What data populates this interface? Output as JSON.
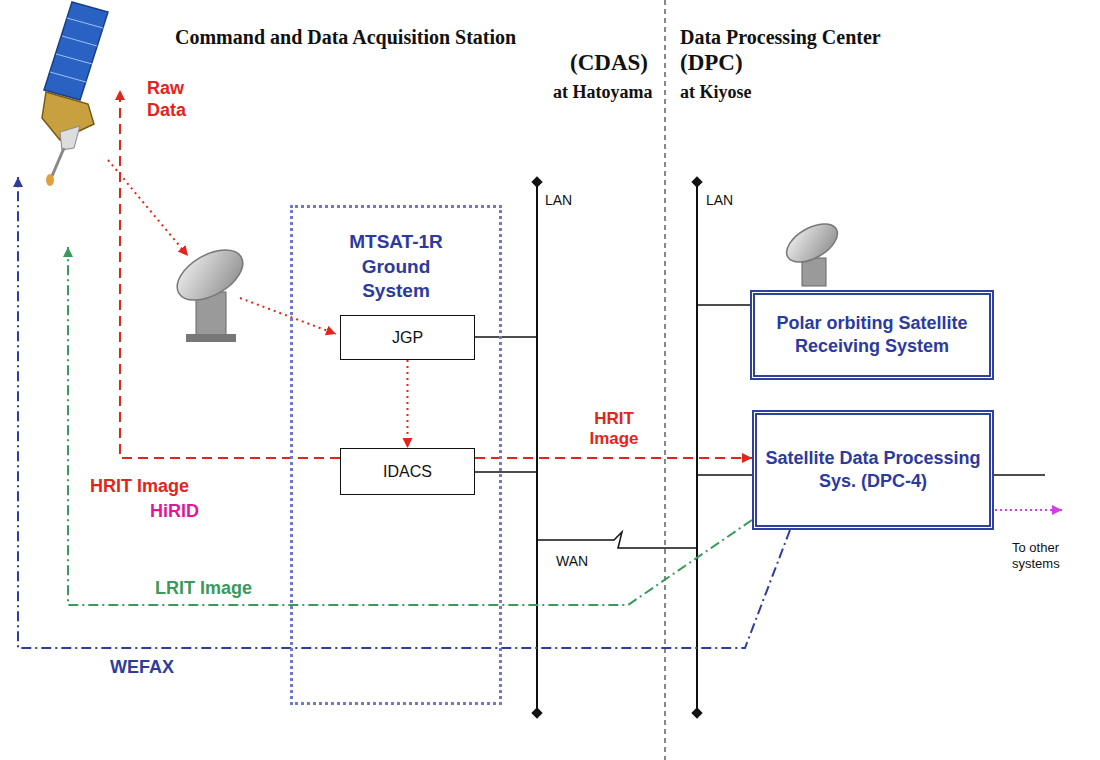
{
  "diagram": {
    "nodes": [
      {
        "text": [
          "MTSAT-1R Ground System"
        ]
      },
      {
        "text": [
          "JGP"
        ],
        "in": 0
      },
      {
        "text": [
          "IDACS"
        ],
        "in": 0
      },
      {
        "text": [
          "Polar orbiting Satellite Receiving System"
        ]
      },
      {
        "text": [
          "Satellite Data Processing Sys. (DPC-4)"
        ]
      }
    ],
    "edges": [
      {
        "from": 1,
        "to": 2,
        "arrow": "to"
      },
      {
        "from": 2,
        "to": 4,
        "label": "HRIT Image",
        "arrow": "to"
      }
    ],
    "labels": [
      "Command and Data Acquisition Station",
      "(CDAS)",
      "at Hatoyama",
      "Data Processing Center",
      "(DPC)",
      "at Kiyose",
      "Raw Data",
      "LAN",
      "LAN",
      "WAN",
      "HRIT Image",
      "HiRID",
      "LRIT Image",
      "WEFAX",
      "To other systems"
    ]
  }
}
